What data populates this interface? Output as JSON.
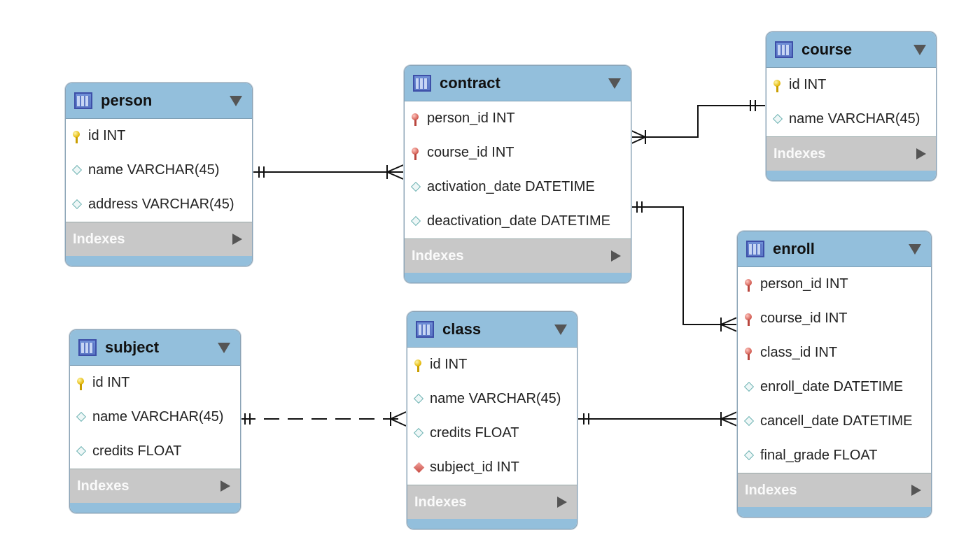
{
  "indexes_label": "Indexes",
  "tables": {
    "person": {
      "name": "person",
      "columns": [
        {
          "text": "id INT",
          "kind": "pk"
        },
        {
          "text": "name VARCHAR(45)",
          "kind": "col"
        },
        {
          "text": "address VARCHAR(45)",
          "kind": "col"
        }
      ]
    },
    "contract": {
      "name": "contract",
      "columns": [
        {
          "text": "person_id INT",
          "kind": "fk"
        },
        {
          "text": "course_id INT",
          "kind": "fk"
        },
        {
          "text": "activation_date DATETIME",
          "kind": "col"
        },
        {
          "text": "deactivation_date DATETIME",
          "kind": "col"
        }
      ]
    },
    "course": {
      "name": "course",
      "columns": [
        {
          "text": "id INT",
          "kind": "pk"
        },
        {
          "text": "name VARCHAR(45)",
          "kind": "col"
        }
      ]
    },
    "enroll": {
      "name": "enroll",
      "columns": [
        {
          "text": "person_id INT",
          "kind": "fk"
        },
        {
          "text": "course_id INT",
          "kind": "fk"
        },
        {
          "text": "class_id INT",
          "kind": "fk"
        },
        {
          "text": "enroll_date DATETIME",
          "kind": "col"
        },
        {
          "text": "cancell_date DATETIME",
          "kind": "col"
        },
        {
          "text": "final_grade FLOAT",
          "kind": "col"
        }
      ]
    },
    "subject": {
      "name": "subject",
      "columns": [
        {
          "text": "id INT",
          "kind": "pk"
        },
        {
          "text": "name VARCHAR(45)",
          "kind": "col"
        },
        {
          "text": "credits FLOAT",
          "kind": "col"
        }
      ]
    },
    "class": {
      "name": "class",
      "columns": [
        {
          "text": "id INT",
          "kind": "pk"
        },
        {
          "text": "name VARCHAR(45)",
          "kind": "col"
        },
        {
          "text": "credits FLOAT",
          "kind": "col"
        },
        {
          "text": "subject_id INT",
          "kind": "fkcol"
        }
      ]
    }
  },
  "relationships": [
    {
      "from": "person",
      "to": "contract",
      "style": "solid",
      "from_end": "one",
      "to_end": "many"
    },
    {
      "from": "course",
      "to": "contract",
      "style": "solid",
      "from_end": "one",
      "to_end": "many"
    },
    {
      "from": "contract",
      "to": "enroll",
      "style": "solid",
      "from_end": "one",
      "to_end": "many"
    },
    {
      "from": "subject",
      "to": "class",
      "style": "dashed",
      "from_end": "one",
      "to_end": "many"
    },
    {
      "from": "class",
      "to": "enroll",
      "style": "solid",
      "from_end": "one",
      "to_end": "many"
    }
  ],
  "colors": {
    "header": "#93bfdc",
    "indexes_bar": "#c8c8c8",
    "line": "#111111"
  }
}
